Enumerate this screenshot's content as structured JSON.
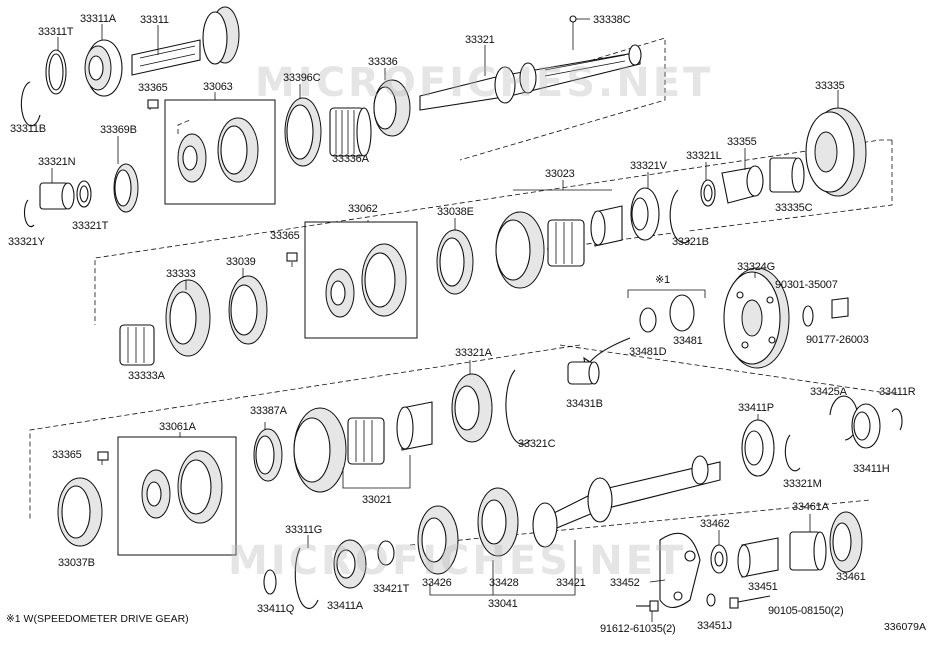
{
  "labels": [
    {
      "id": "33311T",
      "t": "33311T"
    },
    {
      "id": "33311A",
      "t": "33311A"
    },
    {
      "id": "33311",
      "t": "33311"
    },
    {
      "id": "33338C",
      "t": "33338C"
    },
    {
      "id": "33321",
      "t": "33321"
    },
    {
      "id": "33311B",
      "t": "33311B"
    },
    {
      "id": "33365a",
      "t": "33365"
    },
    {
      "id": "33063",
      "t": "33063"
    },
    {
      "id": "33396C",
      "t": "33396C"
    },
    {
      "id": "33336",
      "t": "33336"
    },
    {
      "id": "33335",
      "t": "33335"
    },
    {
      "id": "33369B",
      "t": "33369B"
    },
    {
      "id": "33336A",
      "t": "33336A"
    },
    {
      "id": "33321N",
      "t": "33321N"
    },
    {
      "id": "33321L",
      "t": "33321L"
    },
    {
      "id": "33355",
      "t": "33355"
    },
    {
      "id": "33023",
      "t": "33023"
    },
    {
      "id": "33321V",
      "t": "33321V"
    },
    {
      "id": "33321T",
      "t": "33321T"
    },
    {
      "id": "33321Y",
      "t": "33321Y"
    },
    {
      "id": "33335C",
      "t": "33335C"
    },
    {
      "id": "33062",
      "t": "33062"
    },
    {
      "id": "33038E",
      "t": "33038E"
    },
    {
      "id": "33365b",
      "t": "33365"
    },
    {
      "id": "33321B",
      "t": "33321B"
    },
    {
      "id": "33324G",
      "t": "33324G"
    },
    {
      "id": "33333",
      "t": "33333"
    },
    {
      "id": "33039",
      "t": "33039"
    },
    {
      "id": "90301-35007",
      "t": "90301-35007"
    },
    {
      "id": "note1",
      "t": "※1"
    },
    {
      "id": "33481",
      "t": "33481"
    },
    {
      "id": "33481D",
      "t": "33481D"
    },
    {
      "id": "90177-26003",
      "t": "90177-26003"
    },
    {
      "id": "33333A",
      "t": "33333A"
    },
    {
      "id": "33321A",
      "t": "33321A"
    },
    {
      "id": "33431B",
      "t": "33431B"
    },
    {
      "id": "33425A",
      "t": "33425A"
    },
    {
      "id": "33411R",
      "t": "33411R"
    },
    {
      "id": "33387A",
      "t": "33387A"
    },
    {
      "id": "33411P",
      "t": "33411P"
    },
    {
      "id": "33061A",
      "t": "33061A"
    },
    {
      "id": "33321C",
      "t": "33321C"
    },
    {
      "id": "33365c",
      "t": "33365"
    },
    {
      "id": "33021",
      "t": "33021"
    },
    {
      "id": "33321M",
      "t": "33321M"
    },
    {
      "id": "33411H",
      "t": "33411H"
    },
    {
      "id": "33461A",
      "t": "33461A"
    },
    {
      "id": "33311G",
      "t": "33311G"
    },
    {
      "id": "33462",
      "t": "33462"
    },
    {
      "id": "33037B",
      "t": "33037B"
    },
    {
      "id": "33421T",
      "t": "33421T"
    },
    {
      "id": "33426",
      "t": "33426"
    },
    {
      "id": "33428",
      "t": "33428"
    },
    {
      "id": "33421",
      "t": "33421"
    },
    {
      "id": "33452",
      "t": "33452"
    },
    {
      "id": "33451",
      "t": "33451"
    },
    {
      "id": "33461",
      "t": "33461"
    },
    {
      "id": "33451J",
      "t": "33451J"
    },
    {
      "id": "90105-08150",
      "t": "90105-08150(2)"
    },
    {
      "id": "33411Q",
      "t": "33411Q"
    },
    {
      "id": "33411A",
      "t": "33411A"
    },
    {
      "id": "33041",
      "t": "33041"
    },
    {
      "id": "91612-61035",
      "t": "91612-61035(2)"
    }
  ],
  "footnote": "※1 W(SPEEDOMETER DRIVE GEAR)",
  "illustration_number": "336079A",
  "watermark": "MICROFICHES.NET"
}
